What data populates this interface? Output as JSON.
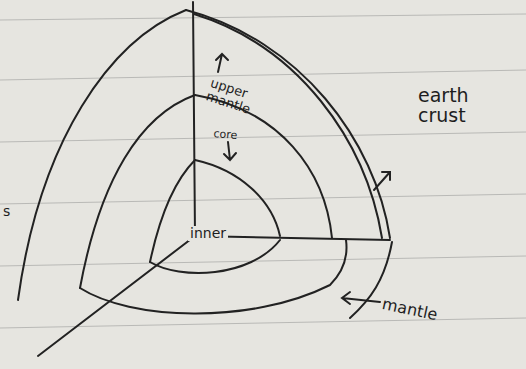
{
  "diagram": {
    "labels": [
      "upper mantle",
      "core",
      "earth crust",
      "inner",
      "mantle",
      "s"
    ]
  }
}
